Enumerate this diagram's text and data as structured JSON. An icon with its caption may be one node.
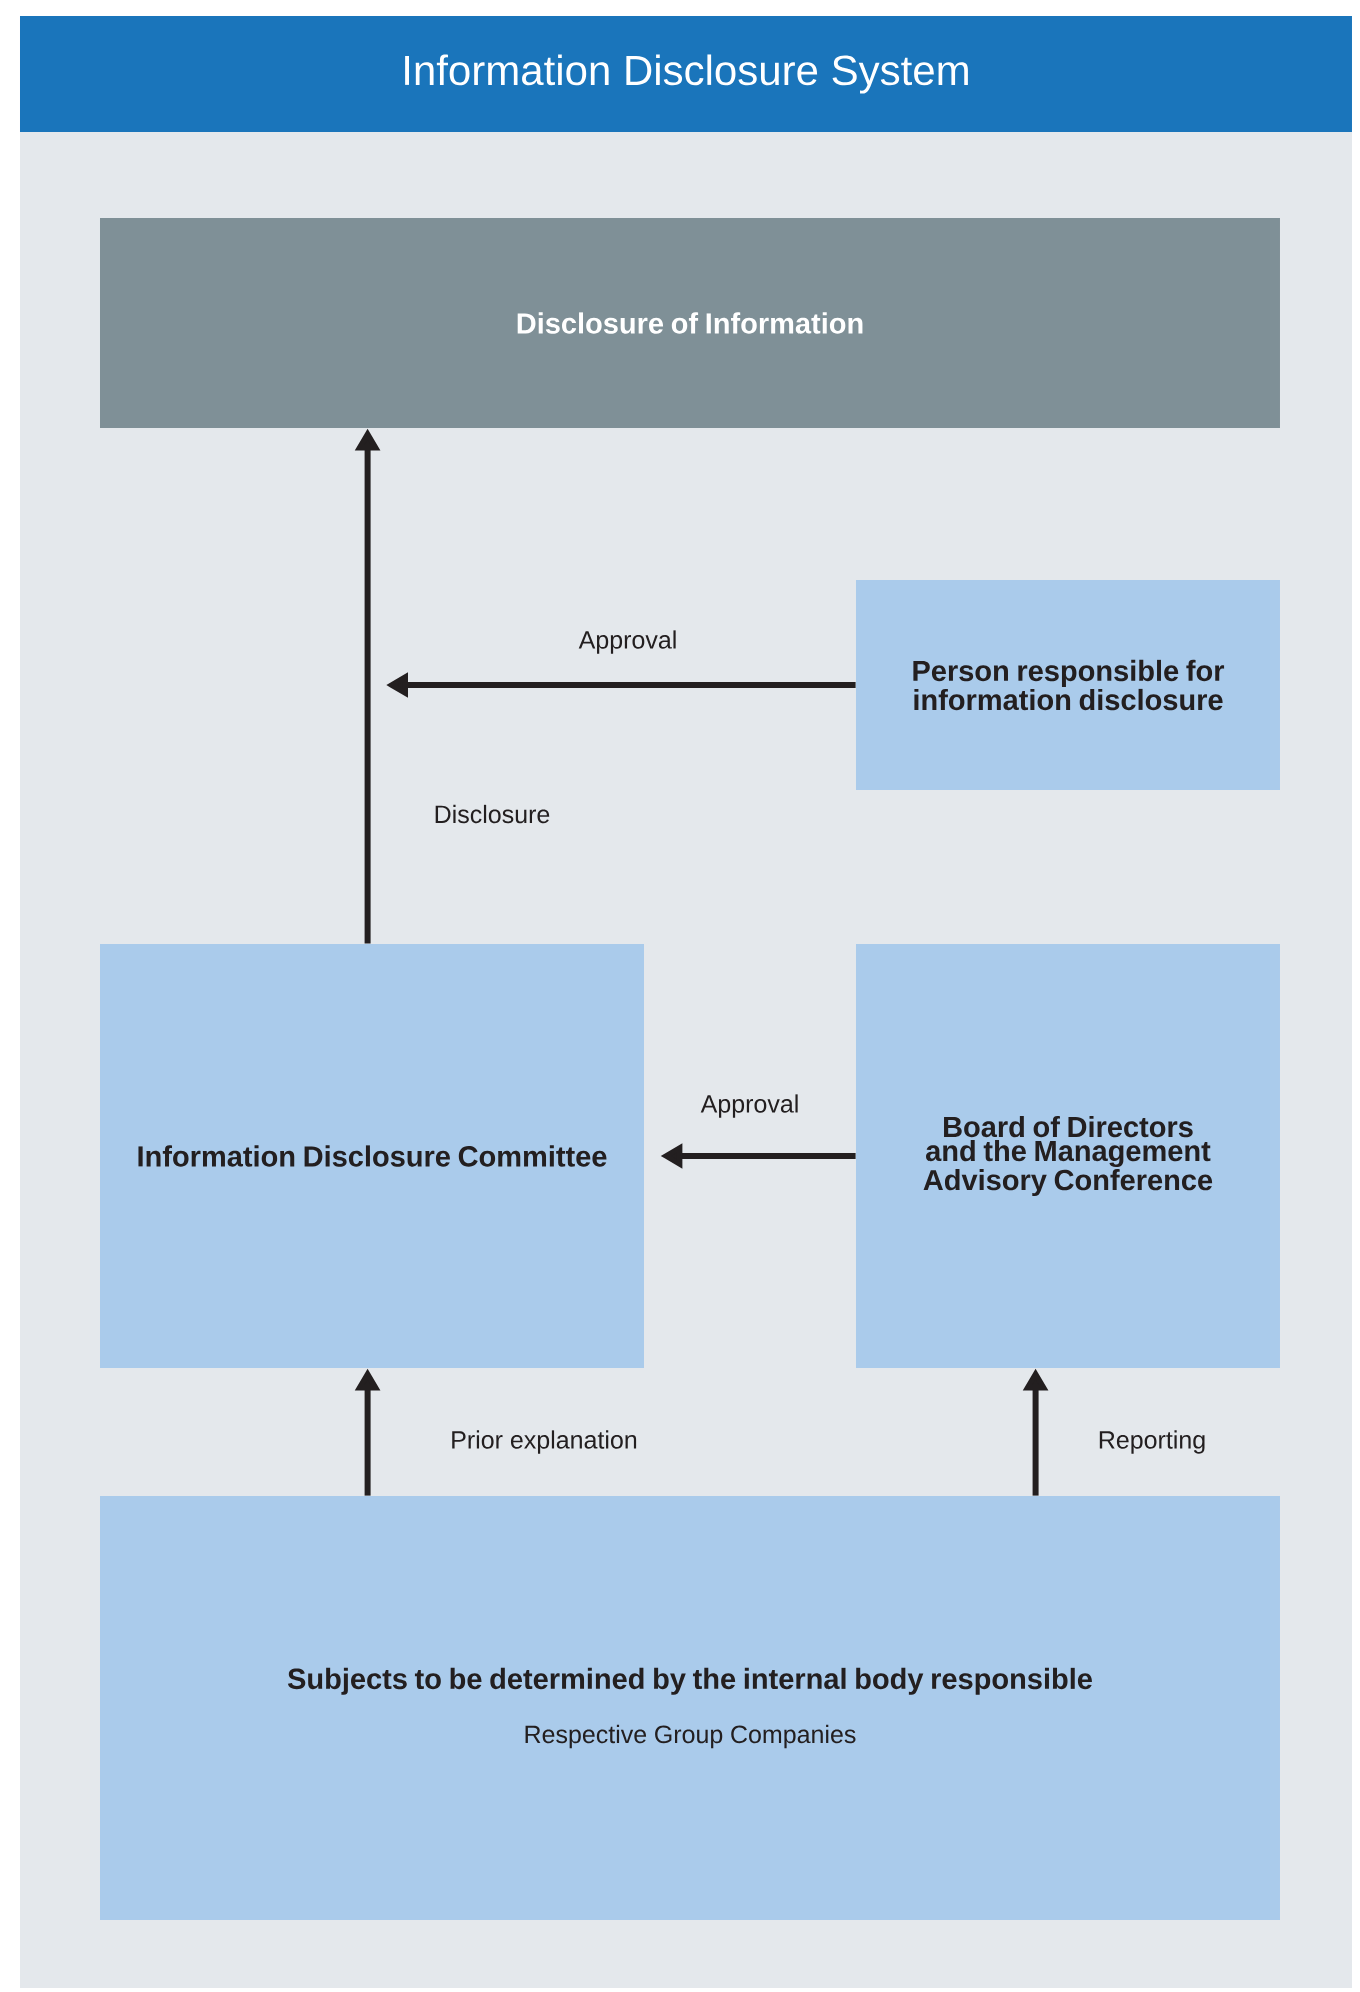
{
  "diagram": {
    "title": "Information Disclosure System",
    "nodes": [
      {
        "text": [
          "Disclosure of Information"
        ]
      },
      {
        "text": [
          "Person responsible for information disclosure"
        ]
      },
      {
        "text": [
          "Information Disclosure Committee"
        ]
      },
      {
        "text": [
          "Board of Directors and the Management Advisory Conference"
        ]
      },
      {
        "text": [
          "Subjects to be determined by the internal body responsible",
          "Respective Group Companies"
        ]
      }
    ],
    "edges": [
      {
        "from": 2,
        "to": 0,
        "arrow": "to",
        "label": "Disclosure"
      },
      {
        "from": 1,
        "to": null,
        "arrow": "to",
        "label": "Approval"
      },
      {
        "from": 3,
        "to": 2,
        "arrow": "to",
        "label": "Approval"
      },
      {
        "from": 4,
        "to": 2,
        "arrow": "to",
        "label": "Prior explanation"
      },
      {
        "from": 4,
        "to": 3,
        "arrow": "to",
        "label": "Reporting"
      }
    ]
  }
}
